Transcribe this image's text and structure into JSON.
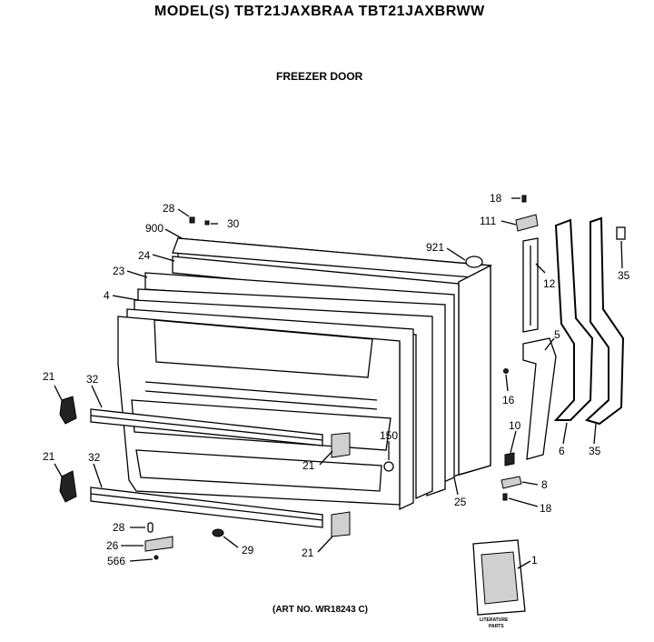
{
  "header": {
    "title": "MODEL(S) TBT21JAXBRAA TBT21JAXBRWW",
    "subtitle": "FREEZER DOOR"
  },
  "footer": {
    "art_number": "(ART NO. WR18243 C)"
  },
  "literature": {
    "caption_line1": "LITERATURE",
    "caption_line2": "PARTS"
  },
  "callouts": {
    "c1": "1",
    "c4": "4",
    "c5": "5",
    "c6": "6",
    "c8": "8",
    "c10": "10",
    "c12": "12",
    "c16": "16",
    "c18a": "18",
    "c18b": "18",
    "c21a": "21",
    "c21b": "21",
    "c21c": "21",
    "c21d": "21",
    "c23": "23",
    "c24": "24",
    "c25": "25",
    "c26": "26",
    "c28a": "28",
    "c28b": "28",
    "c29": "29",
    "c30": "30",
    "c32a": "32",
    "c32b": "32",
    "c35a": "35",
    "c35b": "35",
    "c111": "111",
    "c150": "150",
    "c566": "566",
    "c900": "900",
    "c921": "921"
  }
}
